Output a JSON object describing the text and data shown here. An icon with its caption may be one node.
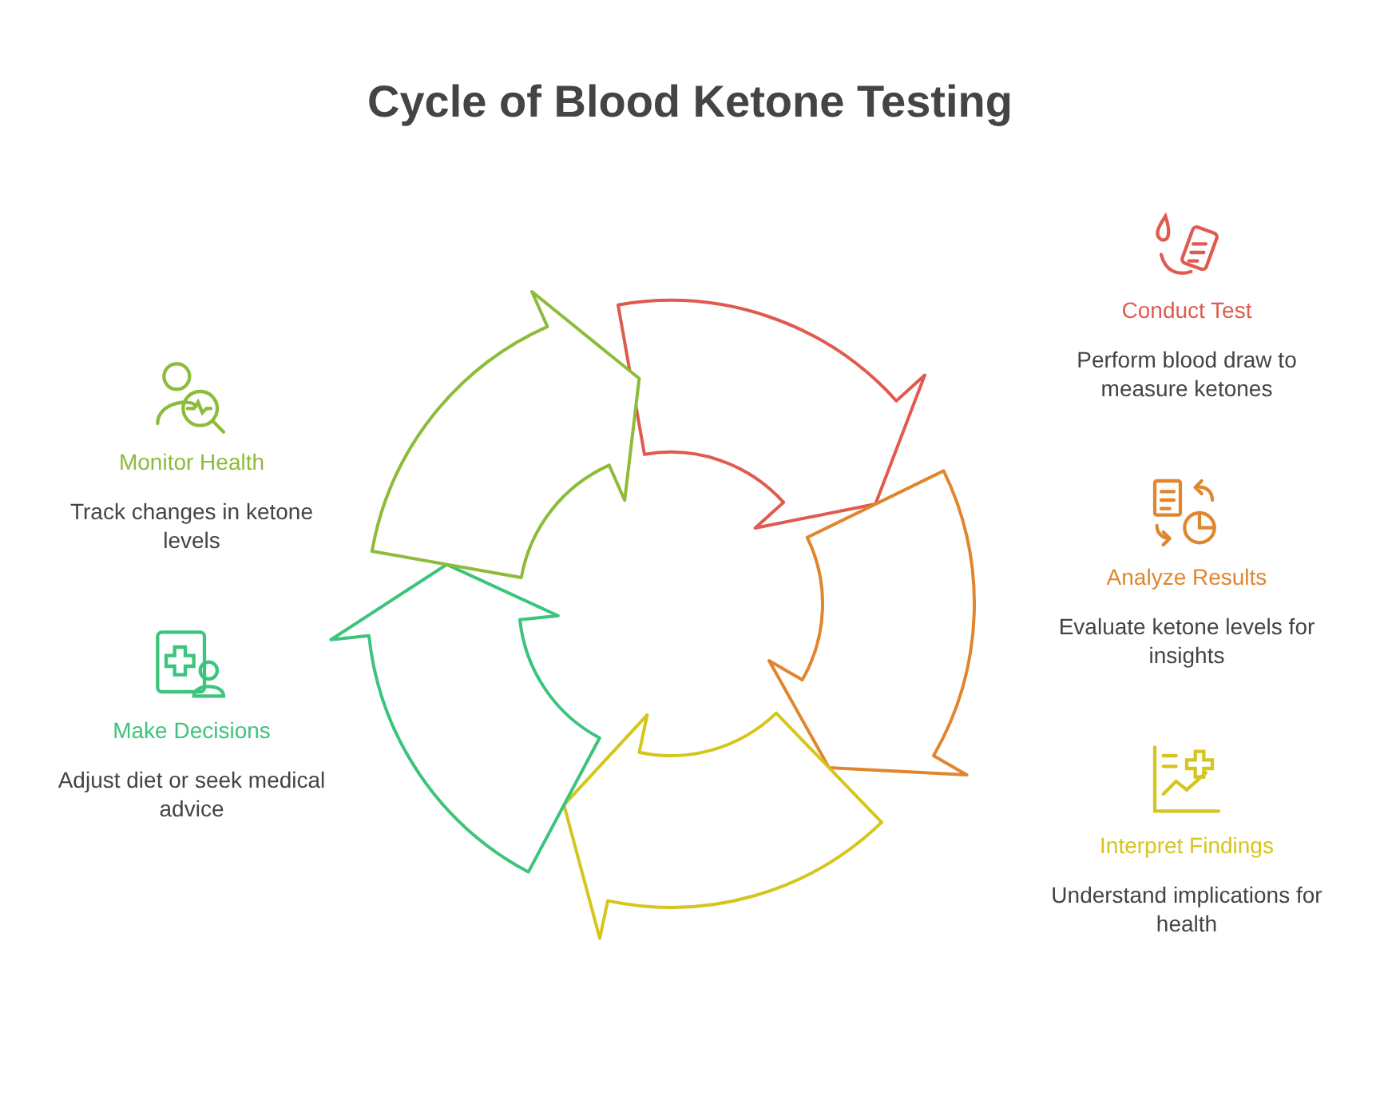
{
  "diagram": {
    "title": "Cycle of Blood Ketone Testing",
    "nodes": [
      {
        "text": [
          "Conduct Test",
          "Perform blood draw to measure ketones"
        ]
      },
      {
        "text": [
          "Analyze Results",
          "Evaluate ketone levels for insights"
        ]
      },
      {
        "text": [
          "Interpret Findings",
          "Understand implications for health"
        ]
      },
      {
        "text": [
          "Make Decisions",
          "Adjust diet or seek medical advice"
        ]
      },
      {
        "text": [
          "Monitor Health",
          "Track changes in ketone levels"
        ]
      }
    ]
  }
}
